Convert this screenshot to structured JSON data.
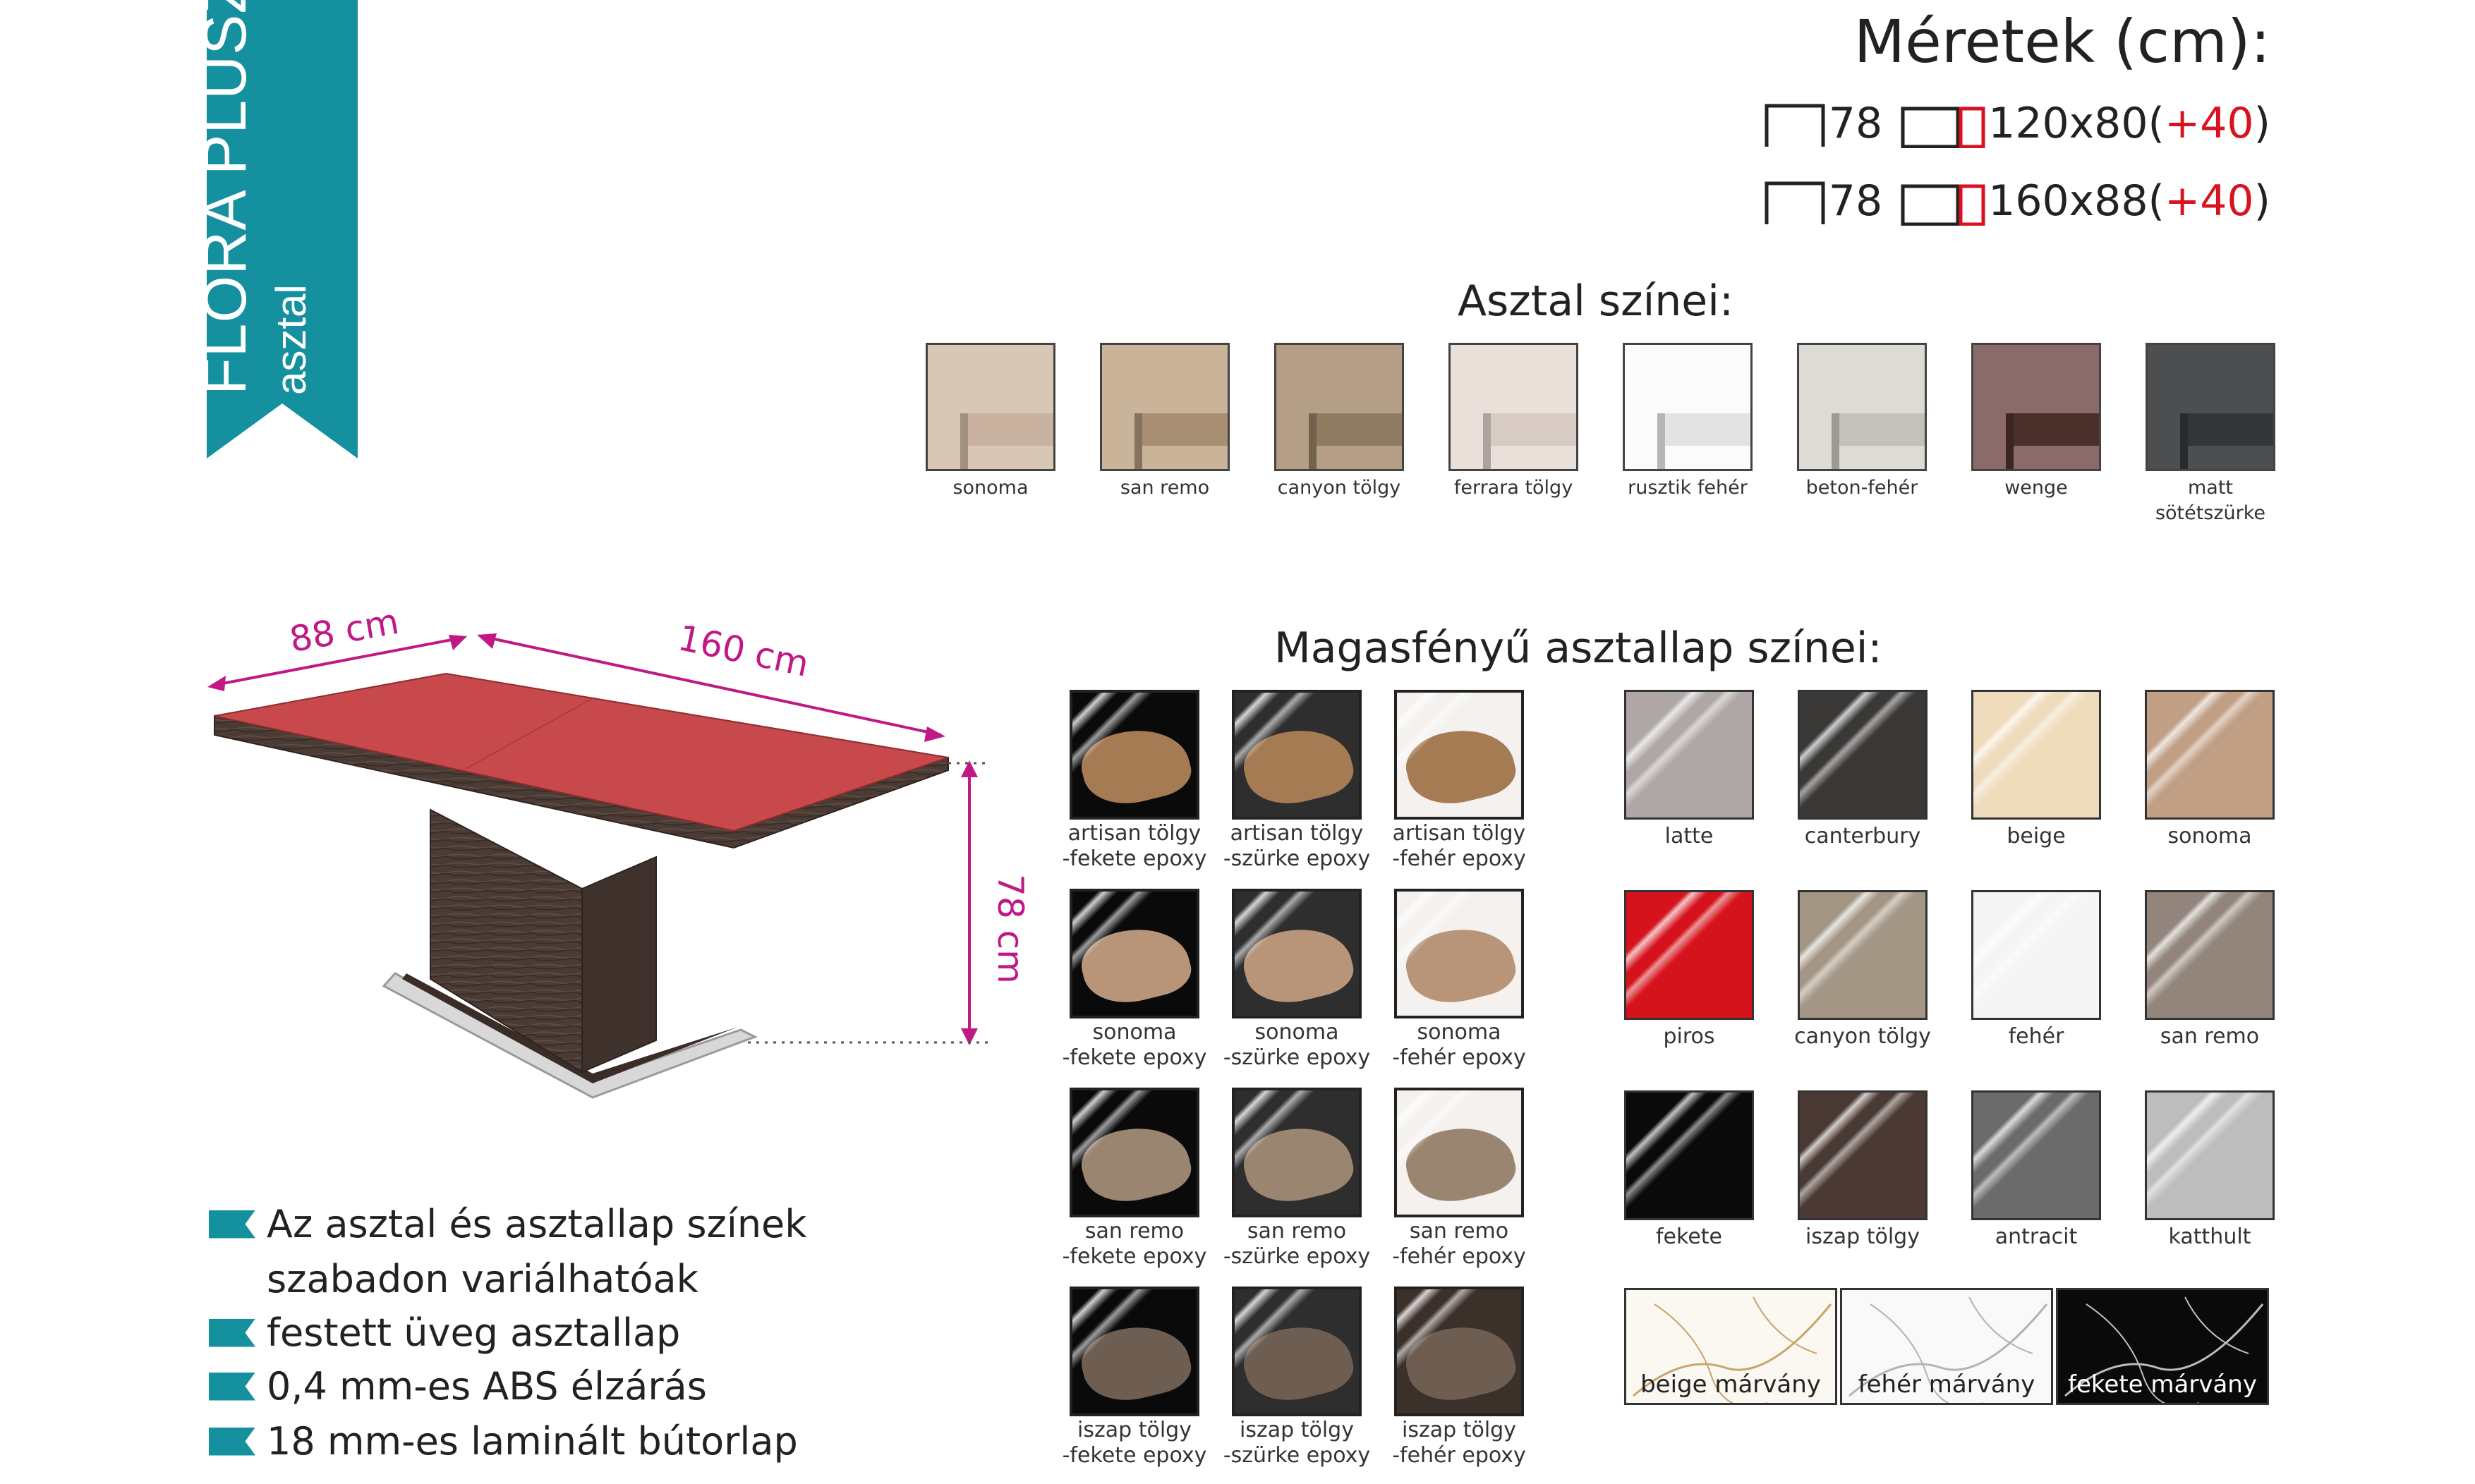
{
  "banner": {
    "title": "FLÓRA PLUSZ",
    "subtitle": "asztal"
  },
  "dimensions": {
    "title": "Méretek (cm):",
    "rows": [
      {
        "height": "78",
        "size": "120x80",
        "ext": "(+40)",
        "ext_prefix": "(",
        "ext_value": "+40",
        "ext_suffix": ")"
      },
      {
        "height": "78",
        "size": "160x88",
        "ext": "(+40)",
        "ext_prefix": "(",
        "ext_value": "+40",
        "ext_suffix": ")"
      }
    ]
  },
  "table_colors": {
    "title": "Asztal színei:",
    "items": [
      {
        "label": "sonoma",
        "color": "#d9c7b6",
        "edge": "#c9b3a0"
      },
      {
        "label": "san remo",
        "color": "#c9b49a",
        "edge": "#a88f74"
      },
      {
        "label": "canyon tölgy",
        "color": "#b49f86",
        "edge": "#8f7a62"
      },
      {
        "label": "ferrara tölgy",
        "color": "#eae0da",
        "edge": "#d8cbc4"
      },
      {
        "label": "rusztik fehér",
        "color": "#fbfbfb",
        "edge": "#e3e3e3"
      },
      {
        "label": "beton-fehér",
        "color": "#dedad5",
        "edge": "#c4c0bb"
      },
      {
        "label": "wenge",
        "color": "#8a6a6a",
        "edge": "#4a2f2a"
      },
      {
        "label": "matt",
        "label2": "sötétszürke",
        "color": "#4c4e50",
        "edge": "#333537"
      }
    ]
  },
  "glossy": {
    "title": "Magasfényű asztallap színei:",
    "epoxy": [
      {
        "line1": "artisan tölgy",
        "line2": "-fekete epoxy",
        "bg": "#0a0a0a",
        "wood": "#a57b54"
      },
      {
        "line1": "artisan tölgy",
        "line2": "-szürke epoxy",
        "bg": "#2e2e2e",
        "wood": "#a57b54"
      },
      {
        "line1": "artisan tölgy",
        "line2": "-fehér epoxy",
        "bg": "#f4f1ee",
        "wood": "#a57b54"
      },
      {
        "line1": "sonoma",
        "line2": "-fekete epoxy",
        "bg": "#0a0a0a",
        "wood": "#b89478"
      },
      {
        "line1": "sonoma",
        "line2": "-szürke epoxy",
        "bg": "#2e2e2e",
        "wood": "#b89478"
      },
      {
        "line1": "sonoma",
        "line2": "-fehér epoxy",
        "bg": "#f4f1ee",
        "wood": "#b89478"
      },
      {
        "line1": "san remo",
        "line2": "-fekete epoxy",
        "bg": "#0a0a0a",
        "wood": "#9a8570"
      },
      {
        "line1": "san remo",
        "line2": "-szürke epoxy",
        "bg": "#2e2e2e",
        "wood": "#9a8570"
      },
      {
        "line1": "san remo",
        "line2": "-fehér epoxy",
        "bg": "#f4f1ee",
        "wood": "#9a8570"
      },
      {
        "line1": "iszap tölgy",
        "line2": "-fekete epoxy",
        "bg": "#0a0a0a",
        "wood": "#6e5e52"
      },
      {
        "line1": "iszap tölgy",
        "line2": "-szürke epoxy",
        "bg": "#2e2e2e",
        "wood": "#6e5e52"
      },
      {
        "line1": "iszap tölgy",
        "line2": "-fehér epoxy",
        "bg": "#3b302a",
        "wood": "#6e5e52"
      }
    ],
    "colors": [
      {
        "label": "latte",
        "color": "#aea7a6"
      },
      {
        "label": "canterbury",
        "color": "#3a3836"
      },
      {
        "label": "beige",
        "color": "#eedcbc"
      },
      {
        "label": "sonoma",
        "color": "#c09f85"
      },
      {
        "label": "piros",
        "color": "#d5131c"
      },
      {
        "label": "canyon tölgy",
        "color": "#a49684"
      },
      {
        "label": "fehér",
        "color": "#f5f5f5"
      },
      {
        "label": "san remo",
        "color": "#93857b"
      },
      {
        "label": "fekete",
        "color": "#0a0a0a"
      },
      {
        "label": "iszap tölgy",
        "color": "#4a3a33"
      },
      {
        "label": "antracit",
        "color": "#6b6b6b"
      },
      {
        "label": "katthult",
        "color": "#bdbdbd"
      }
    ],
    "marbles": [
      {
        "label": "beige márvány",
        "bg": "#fbf8f2",
        "vein": "#c9a46c"
      },
      {
        "label": "fehér márvány",
        "bg": "#f9f9f9",
        "vein": "#b9b0b5"
      },
      {
        "label": "fekete márvány",
        "bg": "#0a0a0a",
        "vein": "#bdbdbd"
      }
    ]
  },
  "measurements": {
    "width": "88 cm",
    "length": "160 cm",
    "height": "78 cm"
  },
  "features": {
    "items": [
      {
        "line1": "Az asztal és asztallap színek",
        "line2": "szabadon variálhatóak"
      },
      {
        "line1": "festett üveg asztallap"
      },
      {
        "line1": "0,4 mm-es ABS élzárás"
      },
      {
        "line1": "18 mm-es laminált bútorlap"
      }
    ]
  },
  "colors": {
    "teal": "#14909e",
    "accent_red": "#d9121f",
    "measure_pink": "#c01985",
    "table_top": "#c8494b",
    "table_wood": "#4b3b35"
  }
}
